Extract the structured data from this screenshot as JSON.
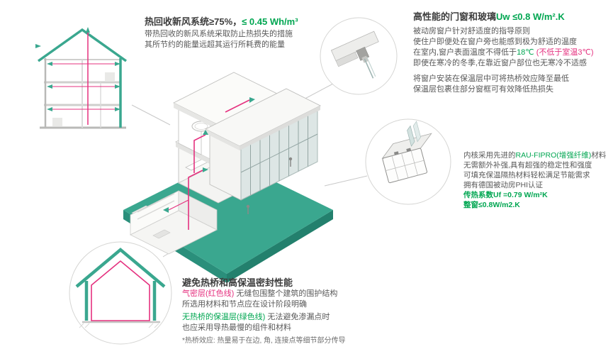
{
  "colors": {
    "teal_illustration": "#3aa78f",
    "highlight_green": "#00a651",
    "highlight_pink": "#e5317f",
    "title_text": "#3c3c3c",
    "body_text": "#595959"
  },
  "ventilation": {
    "title_black": "热回收新风系统≥75%，",
    "title_green": "≤ 0.45 Wh/m³",
    "body1": "带热回收的新风系统采取防止热损失的措施",
    "body2": "其所节约的能量远超其运行所耗费的能量"
  },
  "windows": {
    "title_black": "高性能的门窗和玻璃",
    "title_green": "Uw ≤0.8 W/m².K",
    "line1": "被动房窗户针对舒适度的指导原则",
    "line2": "使住户即便处在窗户旁也能感到极为舒适的温度",
    "line3_pre": "在室内,窗户表面温度不得低于",
    "line3_temp": "18℃",
    "line3_note": " (不低于室温3℃)",
    "line4": "即使在寒冷的冬季,在靠近窗户部位也无寒冷不适感",
    "line5": "将窗户安装在保温层中可将热桥效应降至最低",
    "line6": "保温层包裹住部分窗框可有效降低热损失"
  },
  "profile": {
    "line1_pre": "内核采用先进的",
    "line1_highlight": "RAU-FIPRO(增强纤维)",
    "line1_post": "材料",
    "line2": "无需额外补强,具有超强的稳定性和强度",
    "line3": "可填充保温隔热材料轻松满足节能需求",
    "line4": "拥有德国被动房PHI认证",
    "line5": "传热系数Uf =0.79 W/m²K",
    "line6": "整窗≤0.8W/m2.K"
  },
  "thermal": {
    "title": "避免热桥和高保温密封性能",
    "line1_highlight": "气密层(红色线)",
    "line1_rest": " 无缝包围整个建筑的围护结构",
    "line2": "所选用材料和节点应在设计阶段明确",
    "line3_highlight": "无热桥的保温层(绿色线)",
    "line3_rest": " 无法避免渗漏点时",
    "line4": "也应采用导热最慢的组件和材料",
    "footnote": "*热桥效应: 热量易于在边, 角, 连接点等细节部分传导"
  }
}
